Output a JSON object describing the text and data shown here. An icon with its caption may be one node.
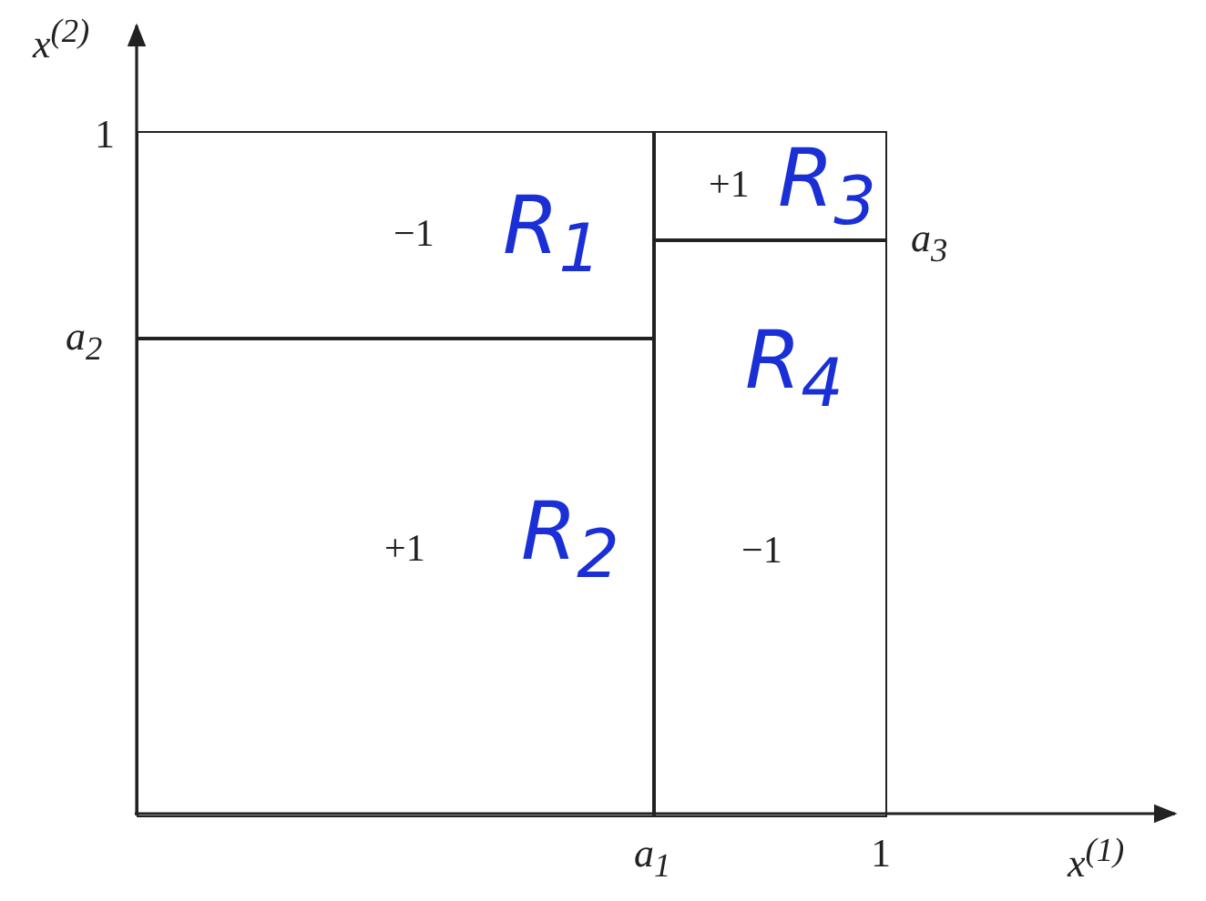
{
  "diagram": {
    "nodes": [
      {
        "text": [
          "−1",
          "R$_{1}$"
        ]
      },
      {
        "text": [
          "+1",
          "R$_{2}$"
        ]
      },
      {
        "text": [
          "+1",
          "R$_{3}$"
        ]
      },
      {
        "text": [
          "R$_{4}$",
          "−1"
        ]
      }
    ],
    "labels": [
      "x$^{(2)}$",
      "1",
      "a$_{3}$",
      "a$_{2}$",
      "a$_{1}$",
      "1",
      "x$^{(1)}$"
    ]
  }
}
